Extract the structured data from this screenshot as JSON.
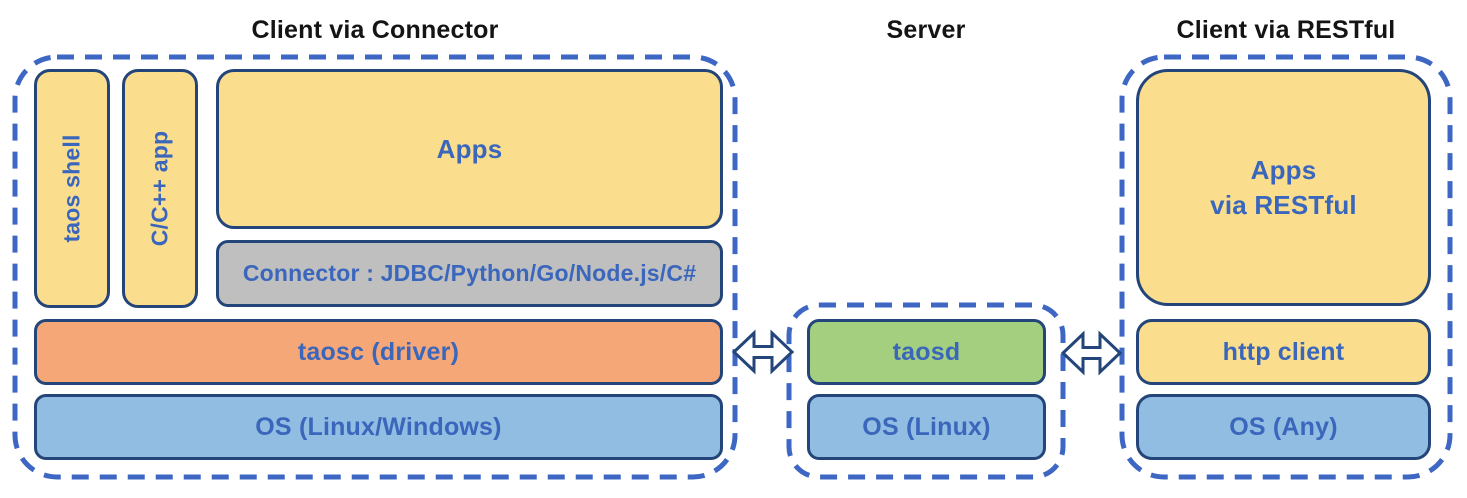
{
  "diagram": {
    "titles": {
      "connector_client": "Client via Connector",
      "server": "Server",
      "restful_client": "Client via RESTful"
    },
    "connector_client": {
      "taos_shell": "taos shell",
      "cpp_app": "C/C++ app",
      "apps": "Apps",
      "connector": "Connector : JDBC/Python/Go/Node.js/C#",
      "taosc": "taosc (driver)",
      "os": "OS (Linux/Windows)"
    },
    "server": {
      "taosd": "taosd",
      "os": "OS (Linux)"
    },
    "restful_client": {
      "apps_line1": "Apps",
      "apps_line2": "via RESTful",
      "http_client": "http client",
      "os": "OS (Any)"
    },
    "icons": {
      "left_link": "bidirectional-arrow-icon",
      "right_link": "bidirectional-arrow-icon"
    }
  },
  "colors": {
    "yellow_fill": "#FBDE8D",
    "gray_fill": "#BFBFBF",
    "orange_fill": "#F5A778",
    "blue_fill": "#92BDE2",
    "green_fill": "#A4CF7E",
    "dashed_border": "#3D67C3",
    "box_border": "#24457A",
    "label_blue": "#3A66BC",
    "title_color": "#141414",
    "arrow_fill": "#FFFFFF"
  }
}
